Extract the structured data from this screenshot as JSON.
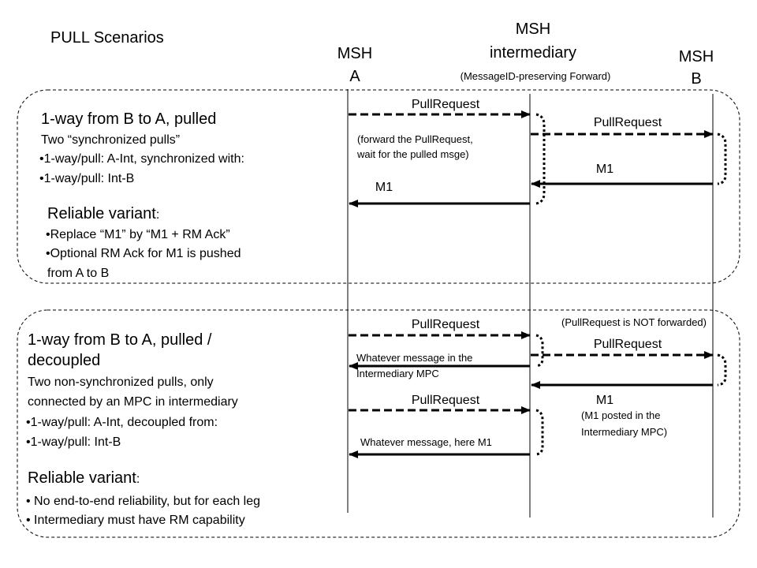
{
  "title": "PULL Scenarios",
  "actors": {
    "a": [
      "MSH",
      "A"
    ],
    "int": [
      "MSH",
      "intermediary"
    ],
    "int_note": "(MessageID-preserving Forward)",
    "b": [
      "MSH",
      "B"
    ]
  },
  "panel1": {
    "heading": "1-way from B to A, pulled",
    "lines": [
      "Two “synchronized pulls”",
      "•1-way/pull: A-Int, synchronized with:",
      "•1-way/pull: Int-B"
    ],
    "reliable_heading": "Reliable variant",
    "reliable_colon": ":",
    "reliable_lines": [
      "•Replace “M1” by “M1 + RM Ack”",
      "•Optional RM Ack for M1 is pushed",
      "from A to B"
    ],
    "msg_pull_a": "PullRequest",
    "msg_pull_int": "PullRequest",
    "forward_note": [
      "(forward the PullRequest,",
      "wait for the pulled msge)"
    ],
    "msg_m1_b": "M1",
    "msg_m1_a": "M1"
  },
  "panel2": {
    "heading": [
      "1-way from B to A, pulled /",
      "decoupled"
    ],
    "lines": [
      "Two non-synchronized pulls, only",
      "connected by an  MPC in intermediary",
      "•1-way/pull: A-Int, decoupled from:",
      "•1-way/pull: Int-B"
    ],
    "reliable_heading": "Reliable variant",
    "reliable_colon": ":",
    "reliable_lines": [
      "• No end-to-end reliability, but for each leg",
      "• Intermediary must have RM capability"
    ],
    "not_forwarded_note": "(PullRequest is NOT forwarded)",
    "msg_pull_a1": "PullRequest",
    "whatever_mpc": [
      "Whatever message in the",
      "Intermediary MPC"
    ],
    "msg_pull_int": "PullRequest",
    "msg_m1_b": "M1",
    "m1_posted_note": [
      "(M1 posted in the",
      "Intermediary MPC)"
    ],
    "msg_pull_a2": "PullRequest",
    "whatever_m1": "Whatever message, here M1"
  }
}
